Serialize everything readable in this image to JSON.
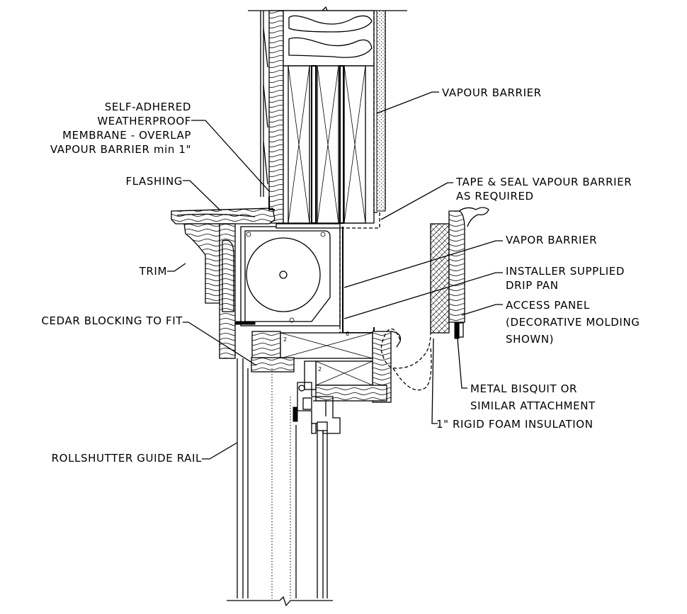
{
  "labels": {
    "vapour_barrier_top": "VAPOUR BARRIER",
    "membrane_line1": "SELF-ADHERED",
    "membrane_line2": "WEATHERPROOF",
    "membrane_line3": "MEMBRANE - OVERLAP",
    "membrane_line4": "VAPOUR BARRIER min 1\"",
    "tape_line1": "TAPE & SEAL VAPOUR BARRIER",
    "tape_line2": "AS REQUIRED",
    "flashing": "FLASHING",
    "vapor_barrier": "VAPOR BARRIER",
    "trim": "TRIM",
    "drip_line1": "INSTALLER SUPPLIED",
    "drip_line2": "DRIP PAN",
    "access_line1": "ACCESS PANEL",
    "access_line2": "(DECORATIVE MOLDING",
    "access_line3": "SHOWN)",
    "cedar": "CEDAR BLOCKING TO FIT",
    "bisquit_line1": "METAL BISQUIT OR",
    "bisquit_line2": "SIMILAR ATTACHMENT",
    "foam": "1\" RIGID FOAM INSULATION",
    "guide_rail": "ROLLSHUTTER GUIDE RAIL"
  },
  "dimension_marks": {
    "a": "2",
    "b": "6",
    "c": "2"
  }
}
